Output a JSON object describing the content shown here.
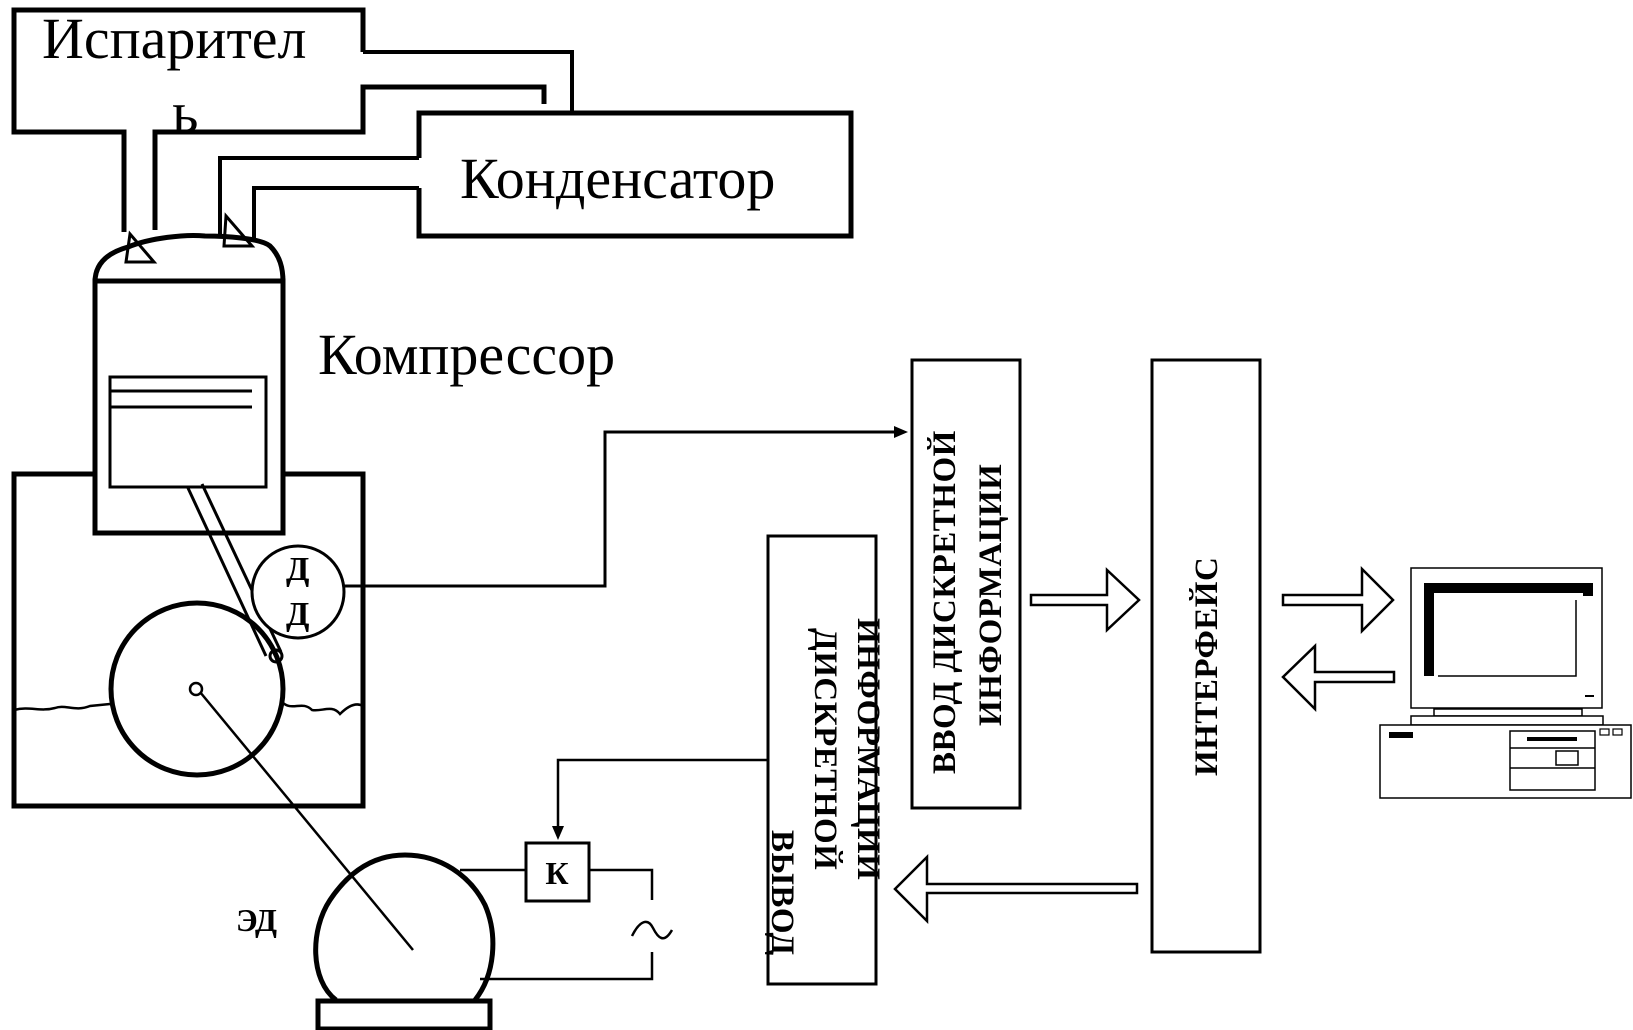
{
  "labels": {
    "evaporator_line1": "Испарител",
    "evaporator_line2": "ь",
    "condenser": "Конденсатор",
    "compressor": "Компрессор",
    "sensor_line1": "Д",
    "sensor_line2": "Д",
    "contactor": "К",
    "motor": "ЭД",
    "input_line1": "ВВОД ДИСКРЕТНОЙ",
    "input_line2": "ИНФОРМАЦИИ",
    "output_line1": "ВЫВОД",
    "output_line2": "ДИСКРЕТНОЙ",
    "output_line3": "ИНФОРМАЦИИ",
    "interface": "ИНТЕРФЕЙС",
    "ac_source": "~"
  },
  "colors": {
    "stroke": "#000000",
    "background": "#ffffff"
  },
  "icons": {
    "computer": "desktop-computer-icon"
  }
}
